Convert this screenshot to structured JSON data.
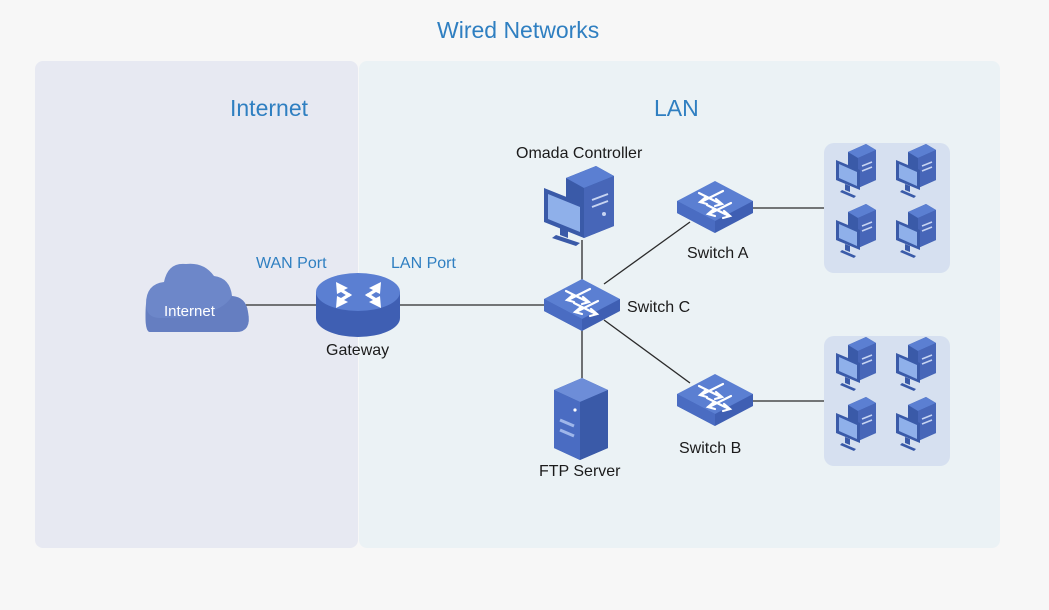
{
  "title": "Wired Networks",
  "sections": {
    "internet": "Internet",
    "lan": "LAN"
  },
  "ports": {
    "wan": "WAN Port",
    "lan": "LAN Port"
  },
  "nodes": {
    "internet_cloud": "Internet",
    "gateway": "Gateway",
    "omada_controller": "Omada Controller",
    "switch_a": "Switch A",
    "switch_b": "Switch B",
    "switch_c": "Switch C",
    "ftp_server": "FTP Server"
  },
  "colors": {
    "title_blue": "#2f7fc1",
    "device_blue": "#4a6fc4",
    "device_dark": "#3a5aa8",
    "cloud": "#6d87c9"
  },
  "icons": {
    "cloud": "cloud-icon",
    "gateway": "router-icon",
    "switch": "switch-icon",
    "controller": "desktop-computer-icon",
    "server": "server-tower-icon",
    "pc": "pc-icon"
  }
}
